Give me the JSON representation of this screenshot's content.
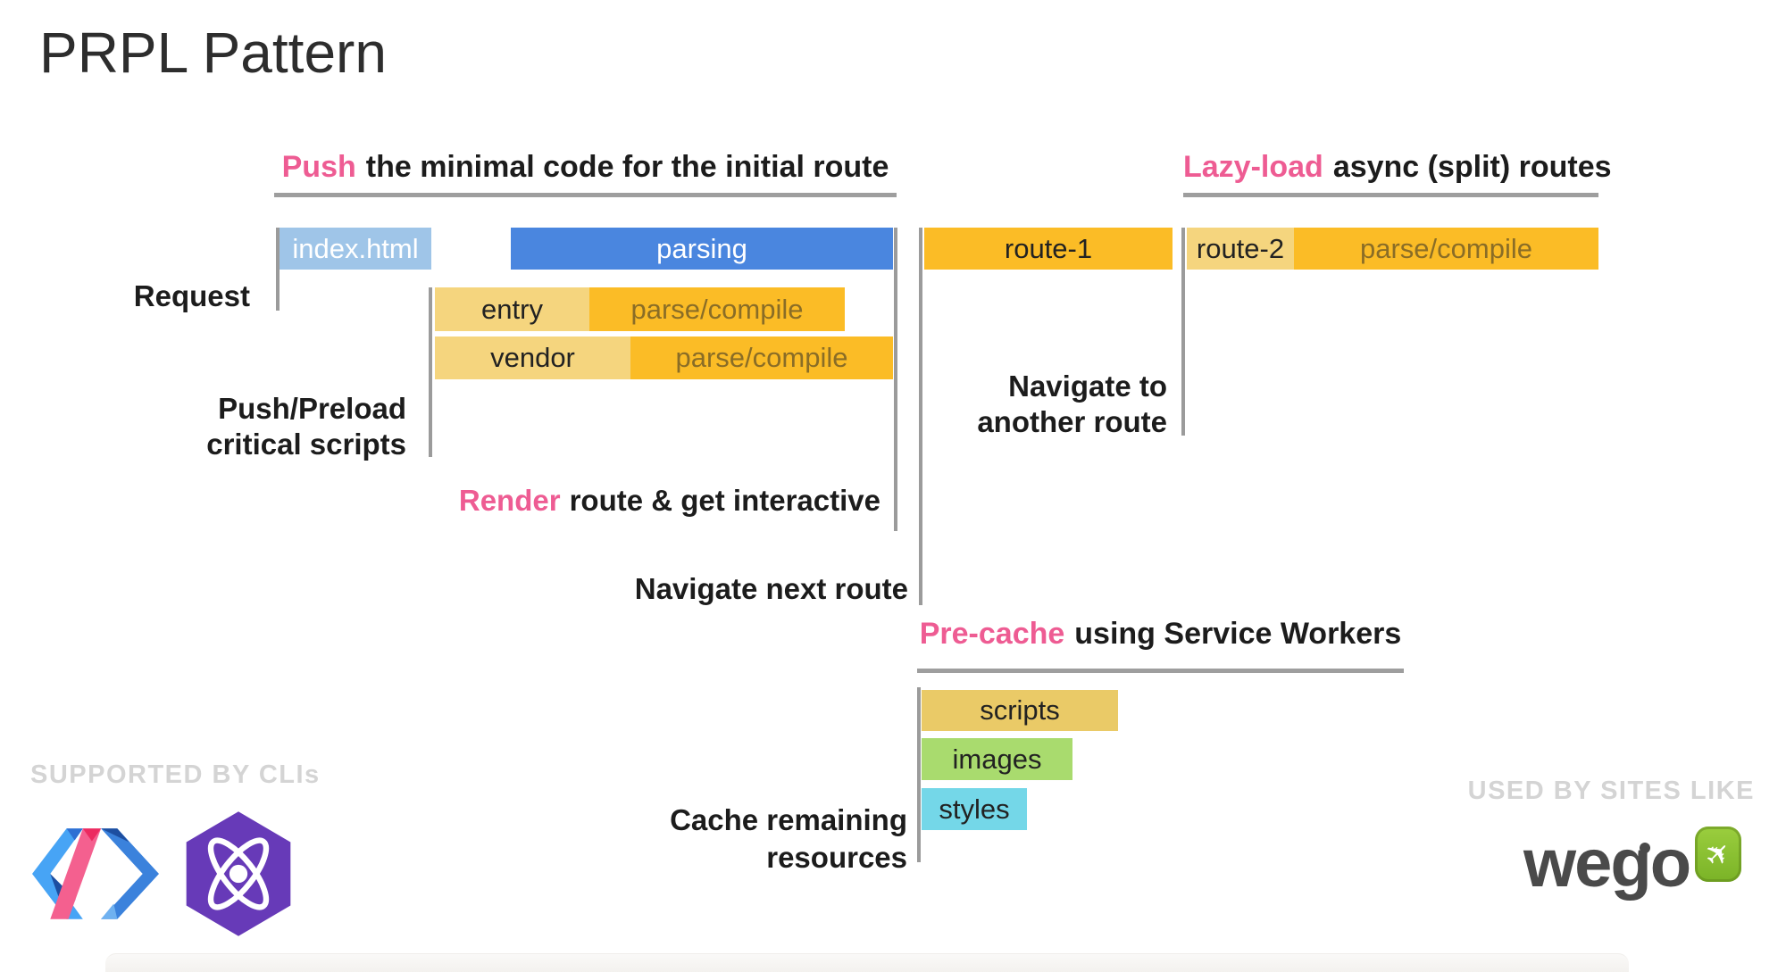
{
  "slide": {
    "title": "PRPL Pattern",
    "headings": {
      "push": {
        "highlight": "Push",
        "rest": "the minimal code for the initial route"
      },
      "lazy_load": {
        "highlight": "Lazy-load",
        "rest": "async (split) routes"
      },
      "pre_cache": {
        "highlight": "Pre-cache",
        "rest": "using Service Workers"
      }
    },
    "timeline_labels": {
      "request": "Request",
      "push_preload": {
        "line1": "Push/Preload",
        "line2": "critical scripts"
      },
      "render": {
        "highlight": "Render",
        "rest": "route & get interactive"
      },
      "navigate_next": "Navigate next route",
      "navigate_another": {
        "line1": "Navigate to",
        "line2": "another route"
      },
      "cache_remaining": {
        "line1": "Cache remaining",
        "line2": "resources"
      }
    },
    "bars": {
      "index_html": {
        "label": "index.html",
        "color": "#9fc5e8"
      },
      "parsing": {
        "label": "parsing",
        "color": "#4a86df"
      },
      "entry": {
        "label": "entry",
        "color": "#f5d57e"
      },
      "entry_parse": {
        "label": "parse/compile",
        "color": "#fbbc26"
      },
      "vendor": {
        "label": "vendor",
        "color": "#f5d57e"
      },
      "vendor_parse": {
        "label": "parse/compile",
        "color": "#fbbc26"
      },
      "route_1": {
        "label": "route-1",
        "color": "#fbbc26"
      },
      "route_2": {
        "label": "route-2",
        "color": "#f5d57e"
      },
      "route_2_parse": {
        "label": "parse/compile",
        "color": "#fbbc26"
      },
      "scripts": {
        "label": "scripts",
        "color": "#eaca67"
      },
      "images": {
        "label": "images",
        "color": "#a9db6e"
      },
      "styles": {
        "label": "styles",
        "color": "#74d7e8"
      }
    },
    "footer": {
      "left_caption": "SUPPORTED BY CLIs",
      "right_caption": "USED BY SITES LIKE",
      "wego_wordmark": "wego"
    },
    "accent_colors": {
      "highlight_pink": "#ee5c93",
      "line_gray": "#9e9e9e",
      "text_black": "#1c1c1c",
      "caption_gray": "#d4d4d4",
      "preact_purple": "#673ab8",
      "wego_green": "#8cc63e"
    }
  }
}
